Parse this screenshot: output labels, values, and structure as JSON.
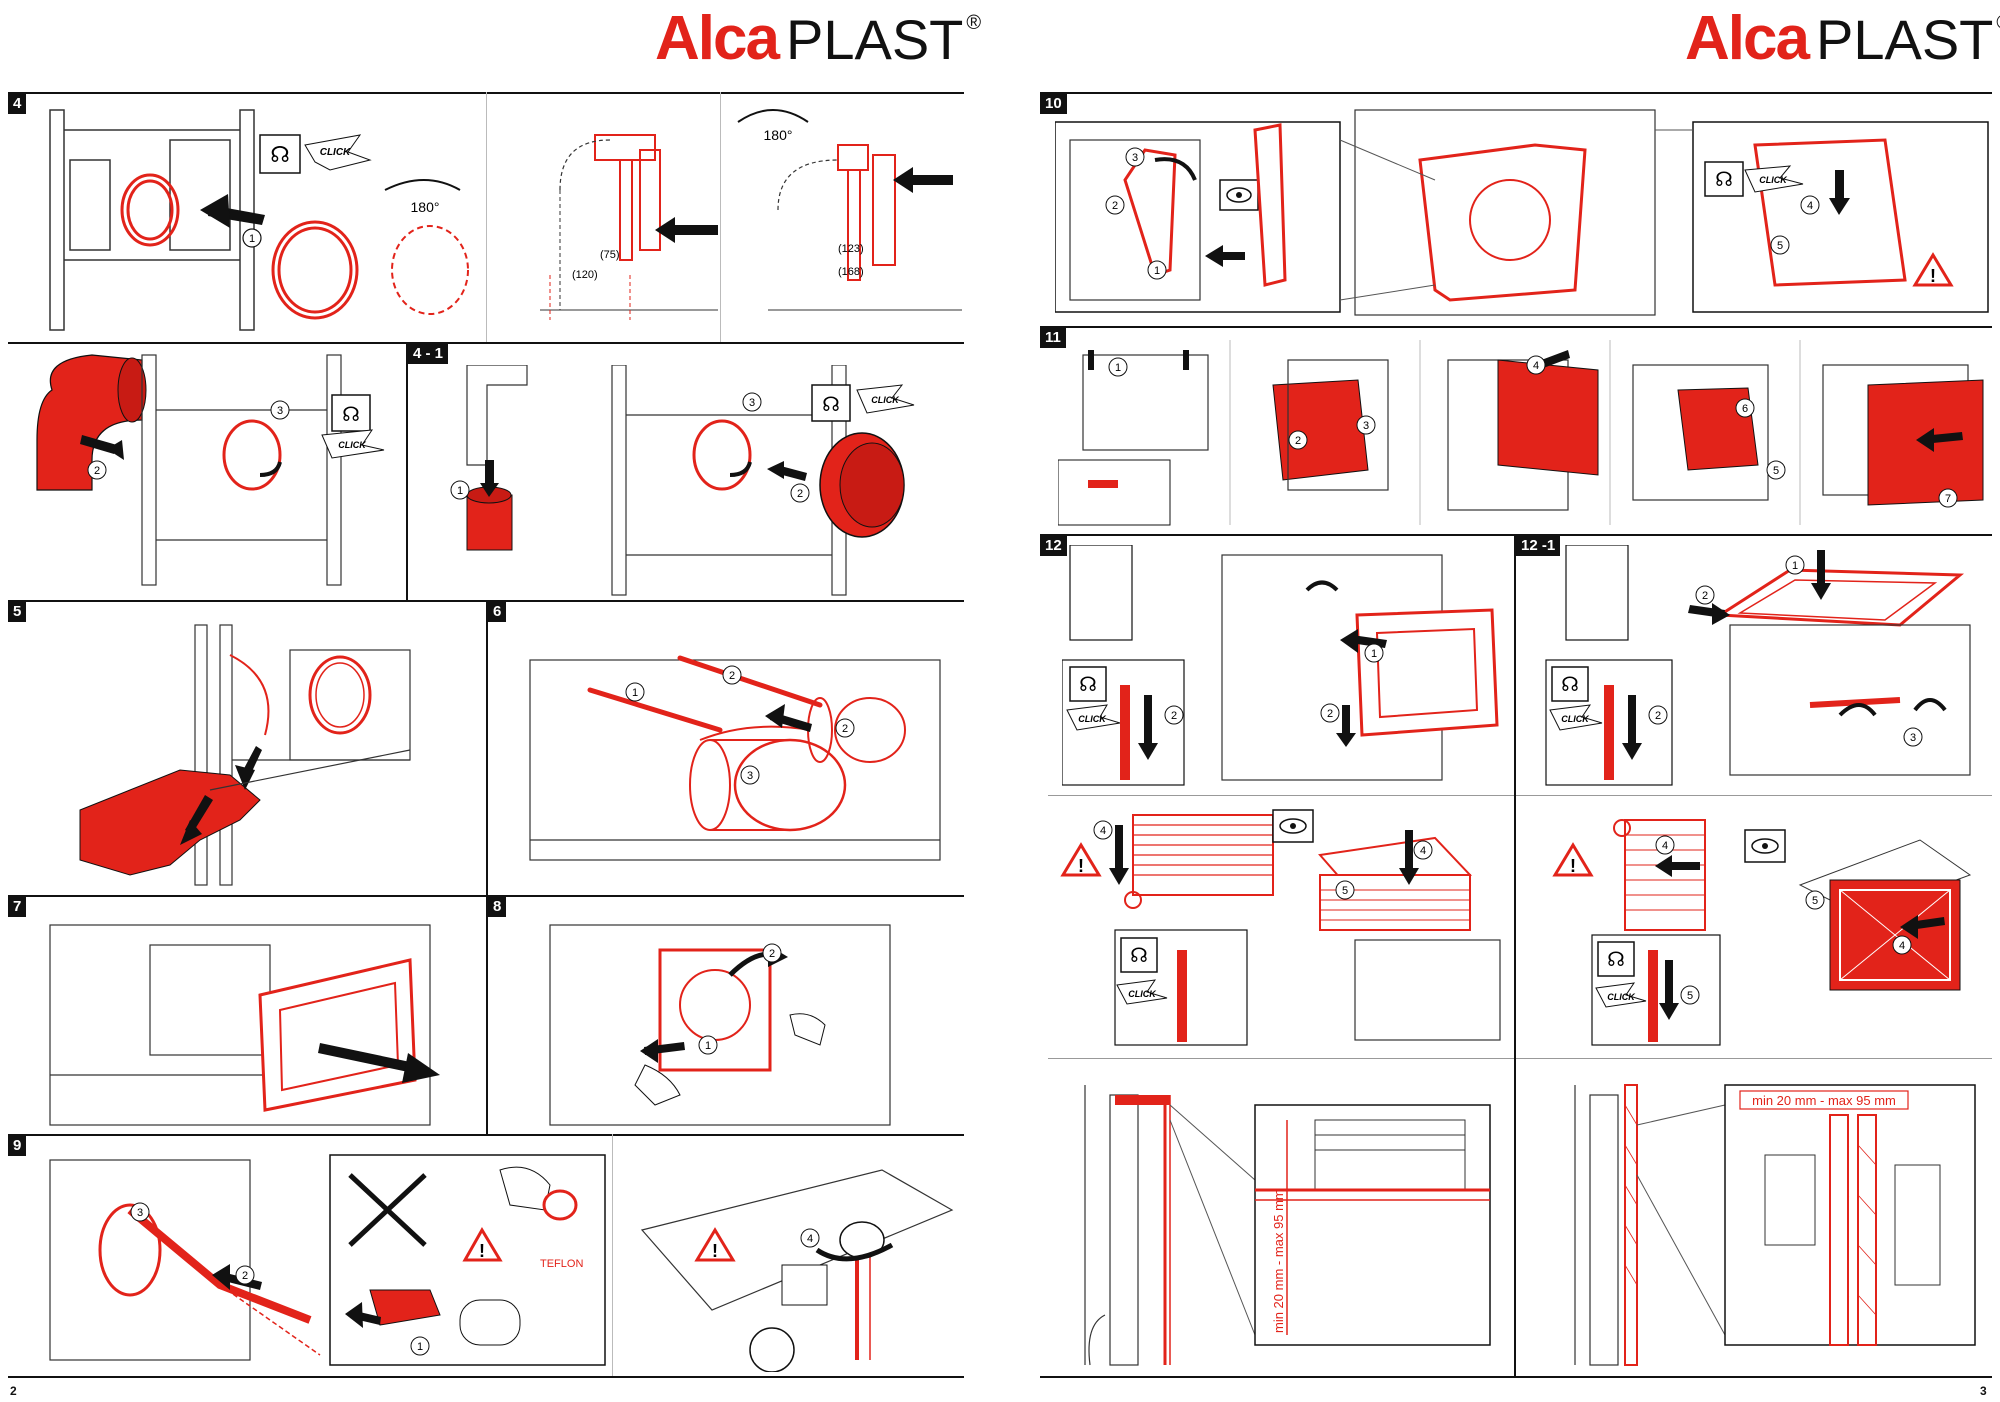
{
  "brand": {
    "alca": "Alca",
    "plast": "PLAST",
    "reg": "®",
    "accent": "#e2231a"
  },
  "pages": {
    "left": "2",
    "right": "3"
  },
  "steps": {
    "s4": "4",
    "s4_1": "4 - 1",
    "s5": "5",
    "s6": "6",
    "s7": "7",
    "s8": "8",
    "s9": "9",
    "s10": "10",
    "s11": "11",
    "s12": "12",
    "s12_1": "12 -1"
  },
  "labels": {
    "click": "CLICK",
    "deg180": "180°",
    "dim75": "(75)",
    "dim120": "(120)",
    "dim123": "(123)",
    "dim168": "(168)",
    "teflon": "TEFLON",
    "min_max_vertical": "min 20 mm - max 95 mm",
    "min_max_horizontal": "min 20 mm - max 95 mm"
  },
  "numbers": {
    "n1": "1",
    "n2": "2",
    "n3": "3",
    "n4": "4",
    "n5": "5",
    "n6": "6",
    "n7": "7"
  }
}
